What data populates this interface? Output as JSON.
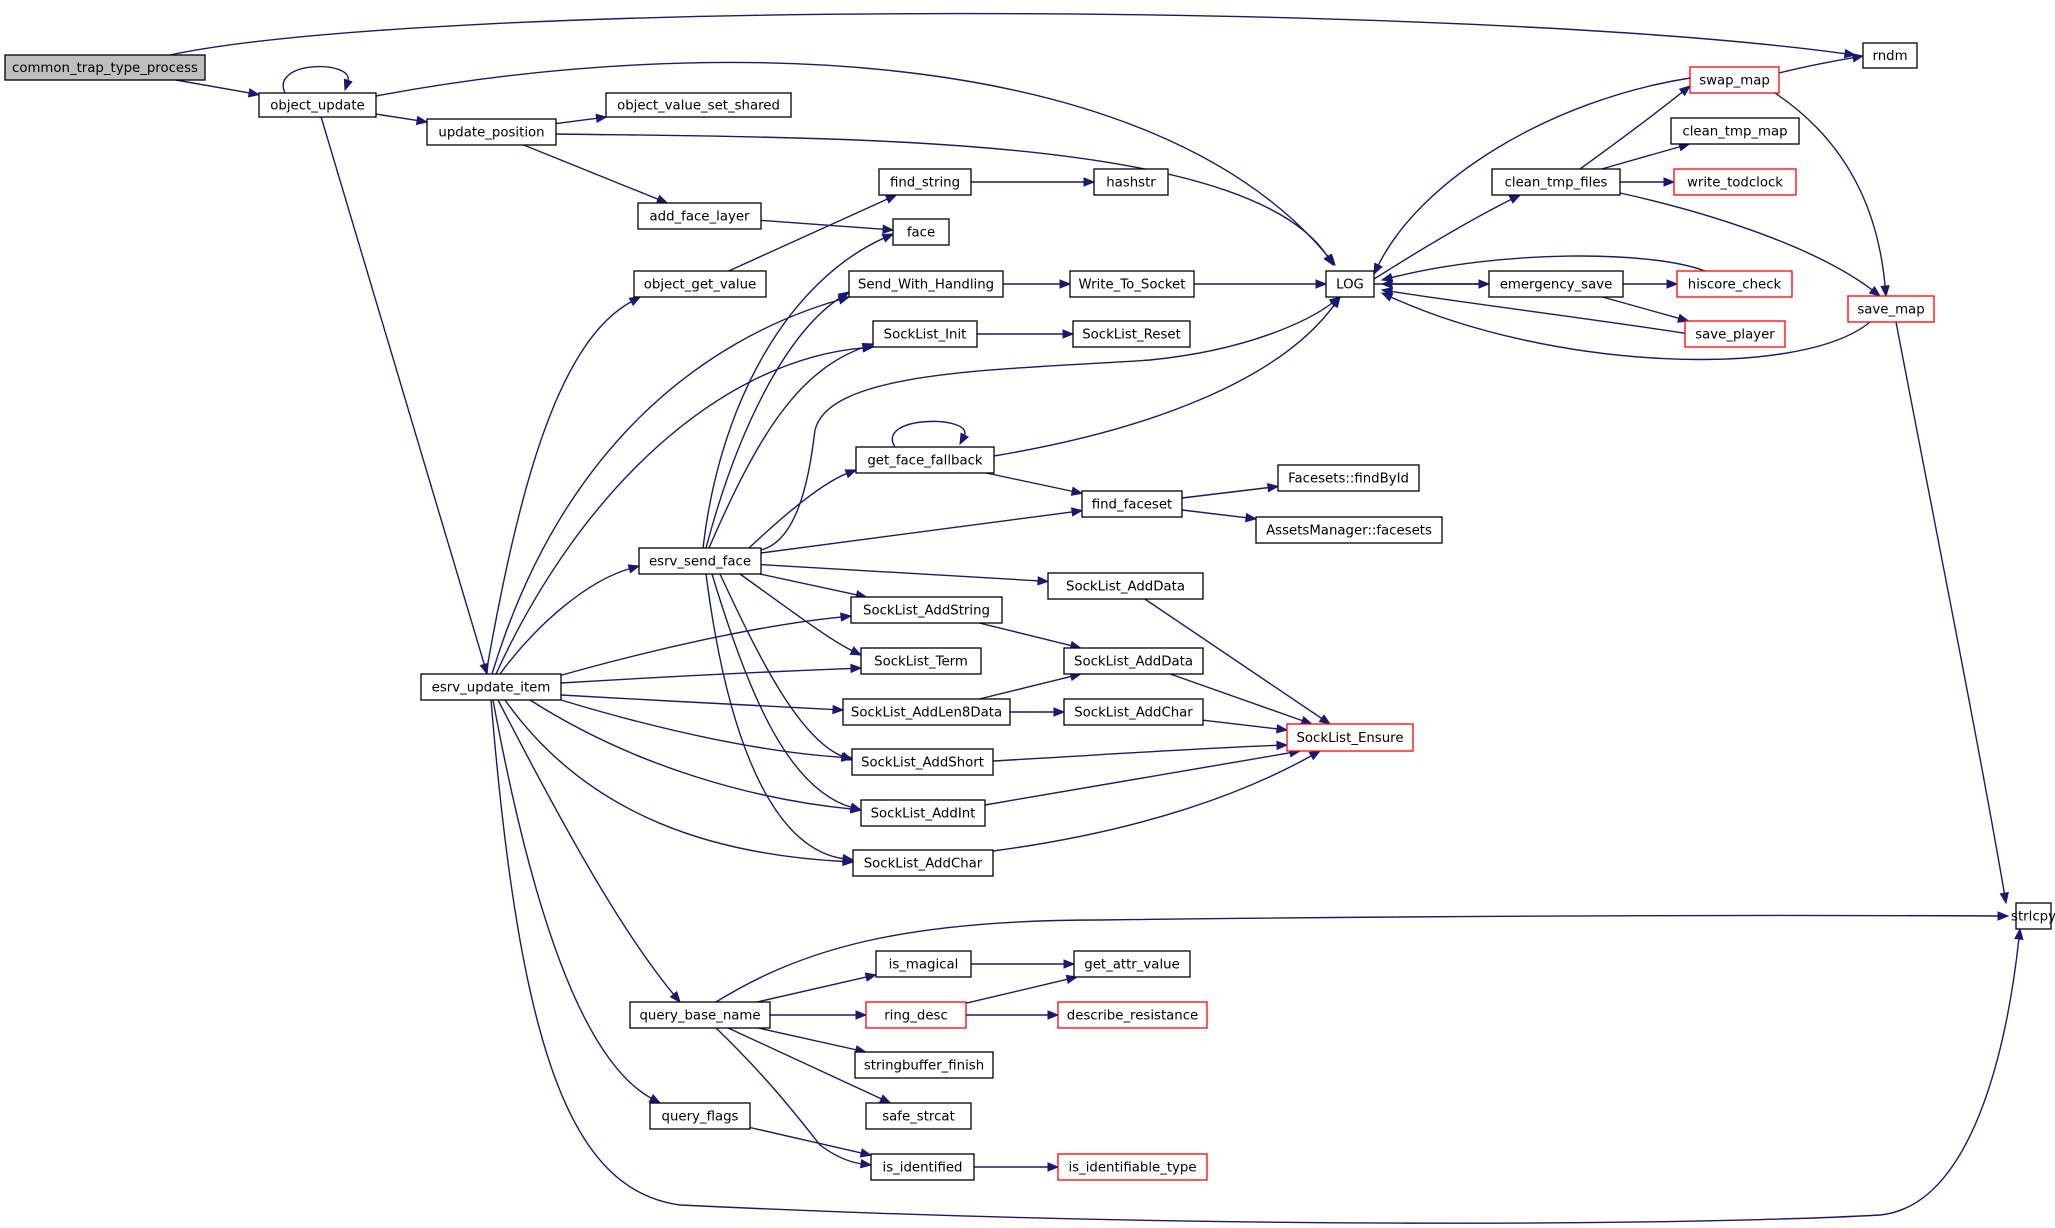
{
  "nodes": {
    "common_trap_type_process": {
      "label": "common_trap_type_process",
      "root": true
    },
    "object_update": {
      "label": "object_update"
    },
    "rndm": {
      "label": "rndm"
    },
    "update_position": {
      "label": "update_position"
    },
    "object_value_set_shared": {
      "label": "object_value_set_shared"
    },
    "add_face_layer": {
      "label": "add_face_layer"
    },
    "find_string": {
      "label": "find_string"
    },
    "hashstr": {
      "label": "hashstr"
    },
    "face": {
      "label": "face"
    },
    "object_get_value": {
      "label": "object_get_value"
    },
    "Send_With_Handling": {
      "label": "Send_With_Handling"
    },
    "Write_To_Socket": {
      "label": "Write_To_Socket"
    },
    "LOG": {
      "label": "LOG"
    },
    "SockList_Init": {
      "label": "SockList_Init"
    },
    "SockList_Reset": {
      "label": "SockList_Reset"
    },
    "get_face_fallback": {
      "label": "get_face_fallback"
    },
    "find_faceset": {
      "label": "find_faceset"
    },
    "Facesets_findById": {
      "label": "Facesets::findById"
    },
    "AssetsManager_facesets": {
      "label": "AssetsManager::facesets"
    },
    "esrv_send_face": {
      "label": "esrv_send_face"
    },
    "SockList_AddData_1": {
      "label": "SockList_AddData"
    },
    "SockList_AddString": {
      "label": "SockList_AddString"
    },
    "SockList_AddData_2": {
      "label": "SockList_AddData"
    },
    "SockList_Term": {
      "label": "SockList_Term"
    },
    "esrv_update_item": {
      "label": "esrv_update_item"
    },
    "SockList_AddLen8Data": {
      "label": "SockList_AddLen8Data"
    },
    "SockList_AddChar_1": {
      "label": "SockList_AddChar"
    },
    "SockList_Ensure": {
      "label": "SockList_Ensure",
      "truncated": true
    },
    "SockList_AddShort": {
      "label": "SockList_AddShort"
    },
    "SockList_AddInt": {
      "label": "SockList_AddInt"
    },
    "SockList_AddChar_2": {
      "label": "SockList_AddChar"
    },
    "swap_map": {
      "label": "swap_map",
      "truncated": true
    },
    "clean_tmp_map": {
      "label": "clean_tmp_map"
    },
    "clean_tmp_files": {
      "label": "clean_tmp_files"
    },
    "write_todclock": {
      "label": "write_todclock",
      "truncated": true
    },
    "emergency_save": {
      "label": "emergency_save"
    },
    "hiscore_check": {
      "label": "hiscore_check",
      "truncated": true
    },
    "save_map": {
      "label": "save_map",
      "truncated": true
    },
    "save_player": {
      "label": "save_player",
      "truncated": true
    },
    "strlcpy": {
      "label": "strlcpy"
    },
    "is_magical": {
      "label": "is_magical"
    },
    "get_attr_value": {
      "label": "get_attr_value"
    },
    "query_base_name": {
      "label": "query_base_name"
    },
    "ring_desc": {
      "label": "ring_desc",
      "truncated": true
    },
    "describe_resistance": {
      "label": "describe_resistance",
      "truncated": true
    },
    "stringbuffer_finish": {
      "label": "stringbuffer_finish"
    },
    "safe_strcat": {
      "label": "safe_strcat"
    },
    "query_flags": {
      "label": "query_flags"
    },
    "is_identified": {
      "label": "is_identified"
    },
    "is_identifiable_type": {
      "label": "is_identifiable_type",
      "truncated": true
    }
  },
  "edges": [
    [
      "common_trap_type_process",
      "object_update"
    ],
    [
      "common_trap_type_process",
      "rndm"
    ],
    [
      "object_update",
      "object_update"
    ],
    [
      "object_update",
      "update_position"
    ],
    [
      "object_update",
      "LOG"
    ],
    [
      "object_update",
      "esrv_update_item"
    ],
    [
      "update_position",
      "object_value_set_shared"
    ],
    [
      "update_position",
      "add_face_layer"
    ],
    [
      "update_position",
      "LOG"
    ],
    [
      "add_face_layer",
      "face"
    ],
    [
      "find_string",
      "hashstr"
    ],
    [
      "object_get_value",
      "find_string"
    ],
    [
      "Send_With_Handling",
      "Write_To_Socket"
    ],
    [
      "Write_To_Socket",
      "LOG"
    ],
    [
      "SockList_Init",
      "SockList_Reset"
    ],
    [
      "get_face_fallback",
      "get_face_fallback"
    ],
    [
      "get_face_fallback",
      "LOG"
    ],
    [
      "get_face_fallback",
      "find_faceset"
    ],
    [
      "find_faceset",
      "Facesets_findById"
    ],
    [
      "find_faceset",
      "AssetsManager_facesets"
    ],
    [
      "esrv_send_face",
      "face"
    ],
    [
      "esrv_send_face",
      "Send_With_Handling"
    ],
    [
      "esrv_send_face",
      "SockList_Init"
    ],
    [
      "esrv_send_face",
      "LOG"
    ],
    [
      "esrv_send_face",
      "get_face_fallback"
    ],
    [
      "esrv_send_face",
      "find_faceset"
    ],
    [
      "esrv_send_face",
      "SockList_AddData_1"
    ],
    [
      "esrv_send_face",
      "SockList_AddString"
    ],
    [
      "esrv_send_face",
      "SockList_Term"
    ],
    [
      "esrv_send_face",
      "SockList_AddShort"
    ],
    [
      "esrv_send_face",
      "SockList_AddInt"
    ],
    [
      "esrv_send_face",
      "SockList_AddChar_2"
    ],
    [
      "SockList_AddData_1",
      "SockList_Ensure"
    ],
    [
      "SockList_AddString",
      "SockList_AddData_2"
    ],
    [
      "SockList_AddData_2",
      "SockList_Ensure"
    ],
    [
      "SockList_AddLen8Data",
      "SockList_AddData_2"
    ],
    [
      "SockList_AddLen8Data",
      "SockList_AddChar_1"
    ],
    [
      "SockList_AddChar_1",
      "SockList_Ensure"
    ],
    [
      "SockList_AddShort",
      "SockList_Ensure"
    ],
    [
      "SockList_AddInt",
      "SockList_Ensure"
    ],
    [
      "SockList_AddChar_2",
      "SockList_Ensure"
    ],
    [
      "esrv_update_item",
      "object_get_value"
    ],
    [
      "esrv_update_item",
      "Send_With_Handling"
    ],
    [
      "esrv_update_item",
      "SockList_Init"
    ],
    [
      "esrv_update_item",
      "esrv_send_face"
    ],
    [
      "esrv_update_item",
      "SockList_AddString"
    ],
    [
      "esrv_update_item",
      "SockList_Term"
    ],
    [
      "esrv_update_item",
      "SockList_AddLen8Data"
    ],
    [
      "esrv_update_item",
      "SockList_AddShort"
    ],
    [
      "esrv_update_item",
      "SockList_AddInt"
    ],
    [
      "esrv_update_item",
      "SockList_AddChar_2"
    ],
    [
      "esrv_update_item",
      "query_base_name"
    ],
    [
      "esrv_update_item",
      "query_flags"
    ],
    [
      "esrv_update_item",
      "strlcpy"
    ],
    [
      "LOG",
      "clean_tmp_files"
    ],
    [
      "LOG",
      "emergency_save"
    ],
    [
      "clean_tmp_files",
      "swap_map"
    ],
    [
      "clean_tmp_files",
      "clean_tmp_map"
    ],
    [
      "clean_tmp_files",
      "write_todclock"
    ],
    [
      "clean_tmp_files",
      "save_map"
    ],
    [
      "swap_map",
      "LOG"
    ],
    [
      "swap_map",
      "rndm"
    ],
    [
      "swap_map",
      "save_map"
    ],
    [
      "emergency_save",
      "LOG"
    ],
    [
      "emergency_save",
      "hiscore_check"
    ],
    [
      "emergency_save",
      "save_player"
    ],
    [
      "hiscore_check",
      "LOG"
    ],
    [
      "save_player",
      "LOG"
    ],
    [
      "save_map",
      "LOG"
    ],
    [
      "save_map",
      "strlcpy"
    ],
    [
      "query_base_name",
      "strlcpy"
    ],
    [
      "query_base_name",
      "is_magical"
    ],
    [
      "query_base_name",
      "ring_desc"
    ],
    [
      "query_base_name",
      "stringbuffer_finish"
    ],
    [
      "query_base_name",
      "safe_strcat"
    ],
    [
      "query_base_name",
      "is_identified"
    ],
    [
      "is_magical",
      "get_attr_value"
    ],
    [
      "ring_desc",
      "get_attr_value"
    ],
    [
      "ring_desc",
      "describe_resistance"
    ],
    [
      "query_flags",
      "is_identified"
    ],
    [
      "is_identified",
      "is_identifiable_type"
    ]
  ]
}
